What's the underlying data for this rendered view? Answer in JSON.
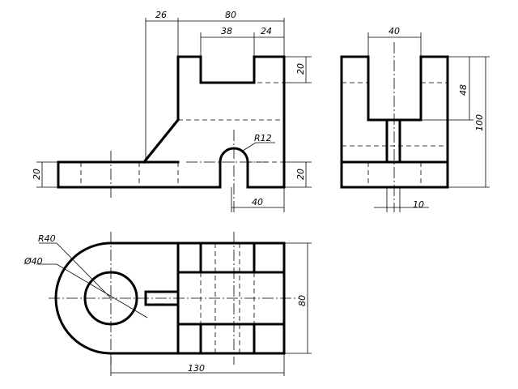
{
  "front_view": {
    "dim_width_total": "80",
    "dim_slope_offset": "26",
    "dim_slot_width": "38",
    "dim_slot_edge": "24",
    "dim_slot_depth": "20",
    "dim_base_height_left": "20",
    "dim_base_height_right": "20",
    "dim_radius": "R12",
    "dim_right_width": "40"
  },
  "side_view": {
    "dim_top_width": "40",
    "dim_height_48": "48",
    "dim_height_total": "100",
    "dim_rib_width": "10"
  },
  "top_view": {
    "dim_radius": "R40",
    "dim_hole_diameter": "Ø40",
    "dim_depth": "80",
    "dim_length": "130"
  }
}
